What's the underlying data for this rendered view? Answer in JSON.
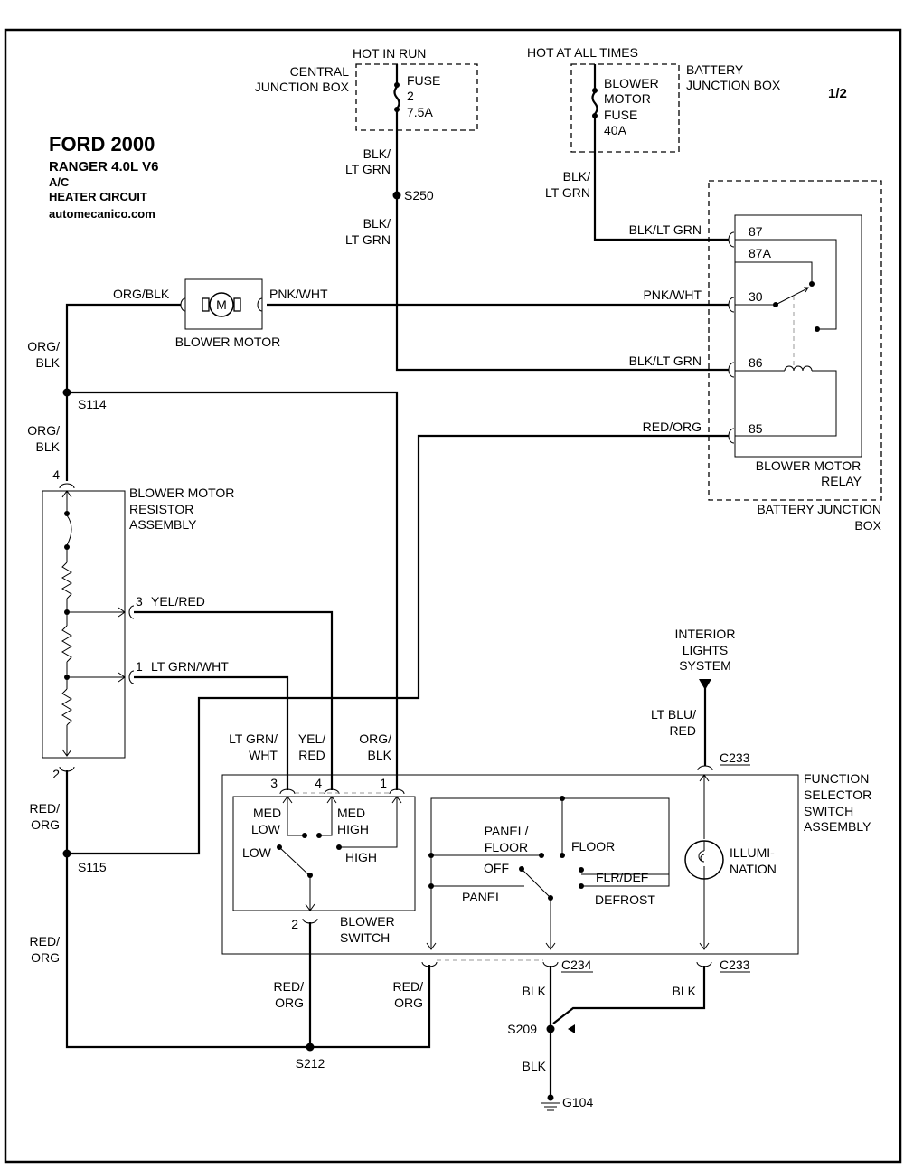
{
  "header": {
    "make_year": "FORD 2000",
    "model": "RANGER  4.0L  V6",
    "option": "A/C",
    "circuit": "HEATER CIRCUIT",
    "site": "automecanico.com",
    "page": "1/2"
  },
  "top": {
    "hot_in_run": "HOT IN RUN",
    "central_jb_line1": "CENTRAL",
    "central_jb_line2": "JUNCTION BOX",
    "fuse2_line1": "FUSE",
    "fuse2_line2": "2",
    "fuse2_line3": "7.5A",
    "hot_at_all_times": "HOT AT ALL TIMES",
    "battery_jb_line1": "BATTERY",
    "battery_jb_line2": "JUNCTION BOX",
    "bm_fuse_line1": "BLOWER",
    "bm_fuse_line2": "MOTOR",
    "bm_fuse_line3": "FUSE",
    "bm_fuse_line4": "40A"
  },
  "wires": {
    "blk_slash": "BLK/",
    "lt_grn": "LT GRN",
    "blk_lt_grn": "BLK/LT GRN",
    "pnk_wht": "PNK/WHT",
    "red_org": "RED/ORG",
    "org_blk": "ORG/BLK",
    "org_slash": "ORG/",
    "blk": "BLK",
    "red_slash": "RED/",
    "org": "ORG",
    "yel_red": "YEL/RED",
    "lt_grn_wht": "LT GRN/WHT",
    "lt_grn_slash": "LT GRN/",
    "wht": "WHT",
    "yel_slash": "YEL/",
    "red": "RED",
    "lt_blu_slash": "LT BLU/"
  },
  "splices": {
    "s250": "S250",
    "s114": "S114",
    "s115": "S115",
    "s212": "S212",
    "s209": "S209",
    "g104": "G104"
  },
  "connectors": {
    "c233_top": "C233",
    "c234": "C234",
    "c233_bottom": "C233"
  },
  "pins": {
    "p87": "87",
    "p87a": "87A",
    "p30": "30",
    "p86": "86",
    "p85": "85",
    "r4": "4",
    "r3": "3",
    "r1": "1",
    "r2": "2",
    "s3": "3",
    "s4": "4",
    "s1": "1",
    "s2": "2"
  },
  "components": {
    "blower_motor": "BLOWER MOTOR",
    "motor_symbol": "M",
    "relay_line1": "BLOWER MOTOR",
    "relay_line2": "RELAY",
    "battery_jb2_line1": "BATTERY JUNCTION",
    "battery_jb2_line2": "BOX",
    "resistor_line1": "BLOWER MOTOR",
    "resistor_line2": "RESISTOR",
    "resistor_line3": "ASSEMBLY",
    "interior_line1": "INTERIOR",
    "interior_line2": "LIGHTS",
    "interior_line3": "SYSTEM",
    "fss_line1": "FUNCTION",
    "fss_line2": "SELECTOR",
    "fss_line3": "SWITCH",
    "fss_line4": "ASSEMBLY",
    "illum_line1": "ILLUMI-",
    "illum_line2": "NATION"
  },
  "blower_switch": {
    "med_low_1": "MED",
    "med_low_2": "LOW",
    "med_high_1": "MED",
    "med_high_2": "HIGH",
    "low": "LOW",
    "high": "HIGH",
    "name_1": "BLOWER",
    "name_2": "SWITCH"
  },
  "function_switch": {
    "panel_floor_1": "PANEL/",
    "panel_floor_2": "FLOOR",
    "floor": "FLOOR",
    "off": "OFF",
    "flr_def": "FLR/DEF",
    "panel": "PANEL",
    "defrost": "DEFROST"
  }
}
